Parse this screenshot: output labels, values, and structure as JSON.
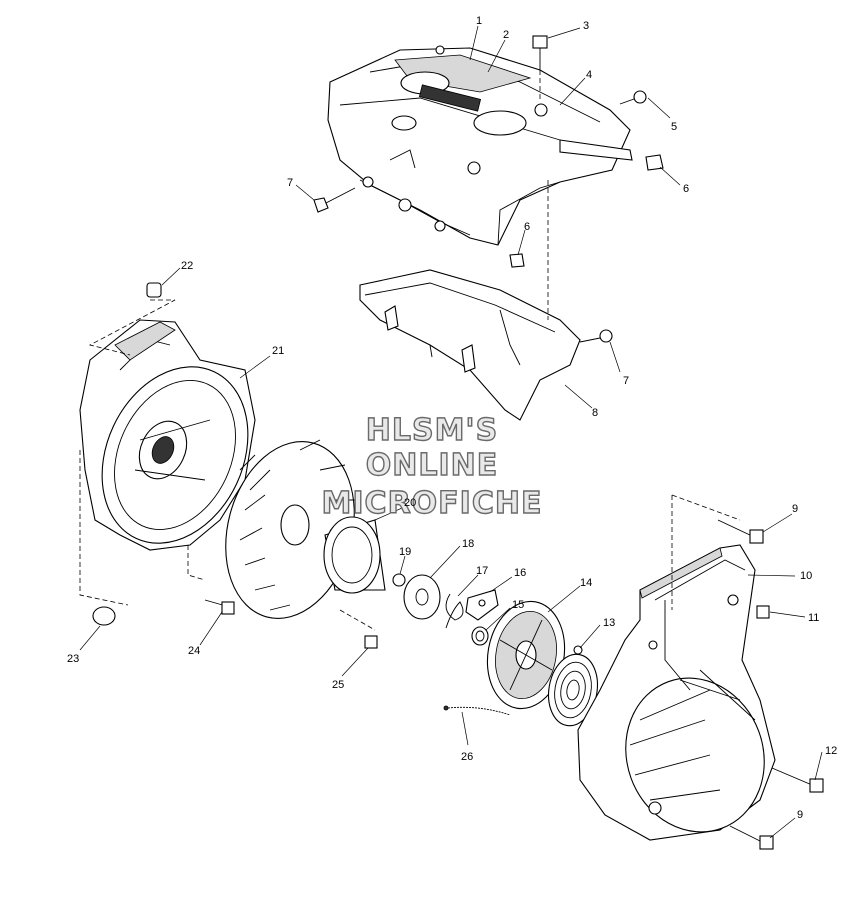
{
  "watermark": {
    "line1": "HLSM'S",
    "line2": "ONLINE",
    "line3": "MICROFICHE"
  },
  "callouts": {
    "c1": "1",
    "c2": "2",
    "c3": "3",
    "c4": "4",
    "c5": "5",
    "c6a": "6",
    "c6b": "6",
    "c7a": "7",
    "c7b": "7",
    "c8": "8",
    "c9a": "9",
    "c9b": "9",
    "c10": "10",
    "c11": "11",
    "c12": "12",
    "c13": "13",
    "c14": "14",
    "c15": "15",
    "c16": "16",
    "c17": "17",
    "c18": "18",
    "c19": "19",
    "c20": "20",
    "c21": "21",
    "c22": "22",
    "c23": "23",
    "c24": "24",
    "c25": "25",
    "c26": "26"
  }
}
